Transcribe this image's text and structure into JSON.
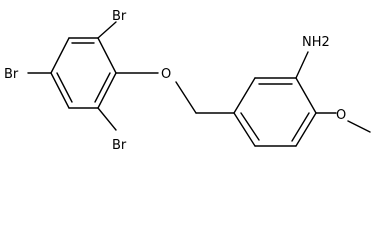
{
  "molecule": {
    "atoms": {
      "br_top": "Br",
      "br_left": "Br",
      "br_bottom": "Br",
      "ether_o": "O",
      "amine": "NH2",
      "methoxy_o": "O"
    }
  },
  "colors": {
    "bond": "#000000",
    "label": "#000000",
    "background": "#ffffff"
  }
}
